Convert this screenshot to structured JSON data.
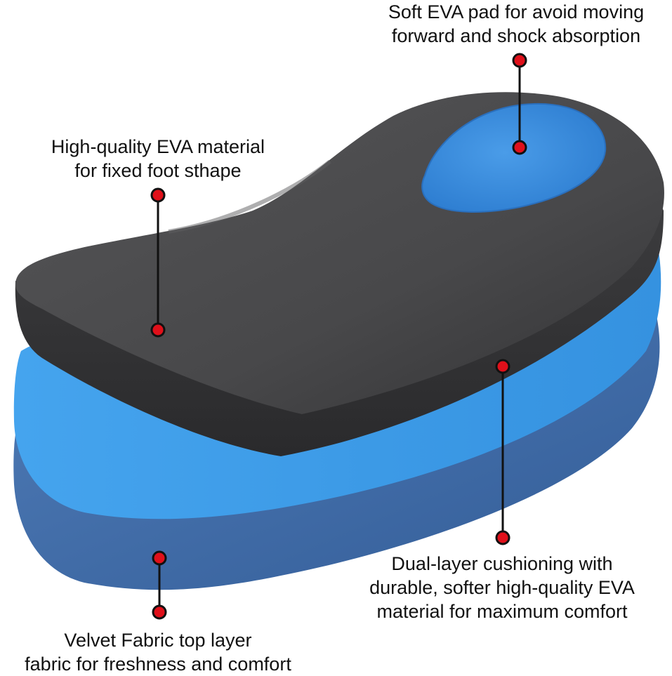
{
  "callouts": {
    "soft_pad": {
      "line1": "Soft EVA pad for avoid moving",
      "line2": "forward and shock absorption"
    },
    "eva_material": {
      "line1": "High-quality EVA material",
      "line2": "for fixed foot sthape"
    },
    "dual_layer": {
      "line1": "Dual-layer cushioning with",
      "line2": "durable, softer high-quality EVA",
      "line3": "material for maximum comfort"
    },
    "velvet": {
      "line1": "Velvet Fabric top layer",
      "line2": "fabric for freshness and comfort"
    }
  },
  "colors": {
    "marker": "#e0101a",
    "marker_outline": "#111111",
    "shell": "#4a4a4c",
    "pad": "#3d8fe0",
    "foam": "#3b9ce8",
    "fabric": "#3f6aa6"
  }
}
